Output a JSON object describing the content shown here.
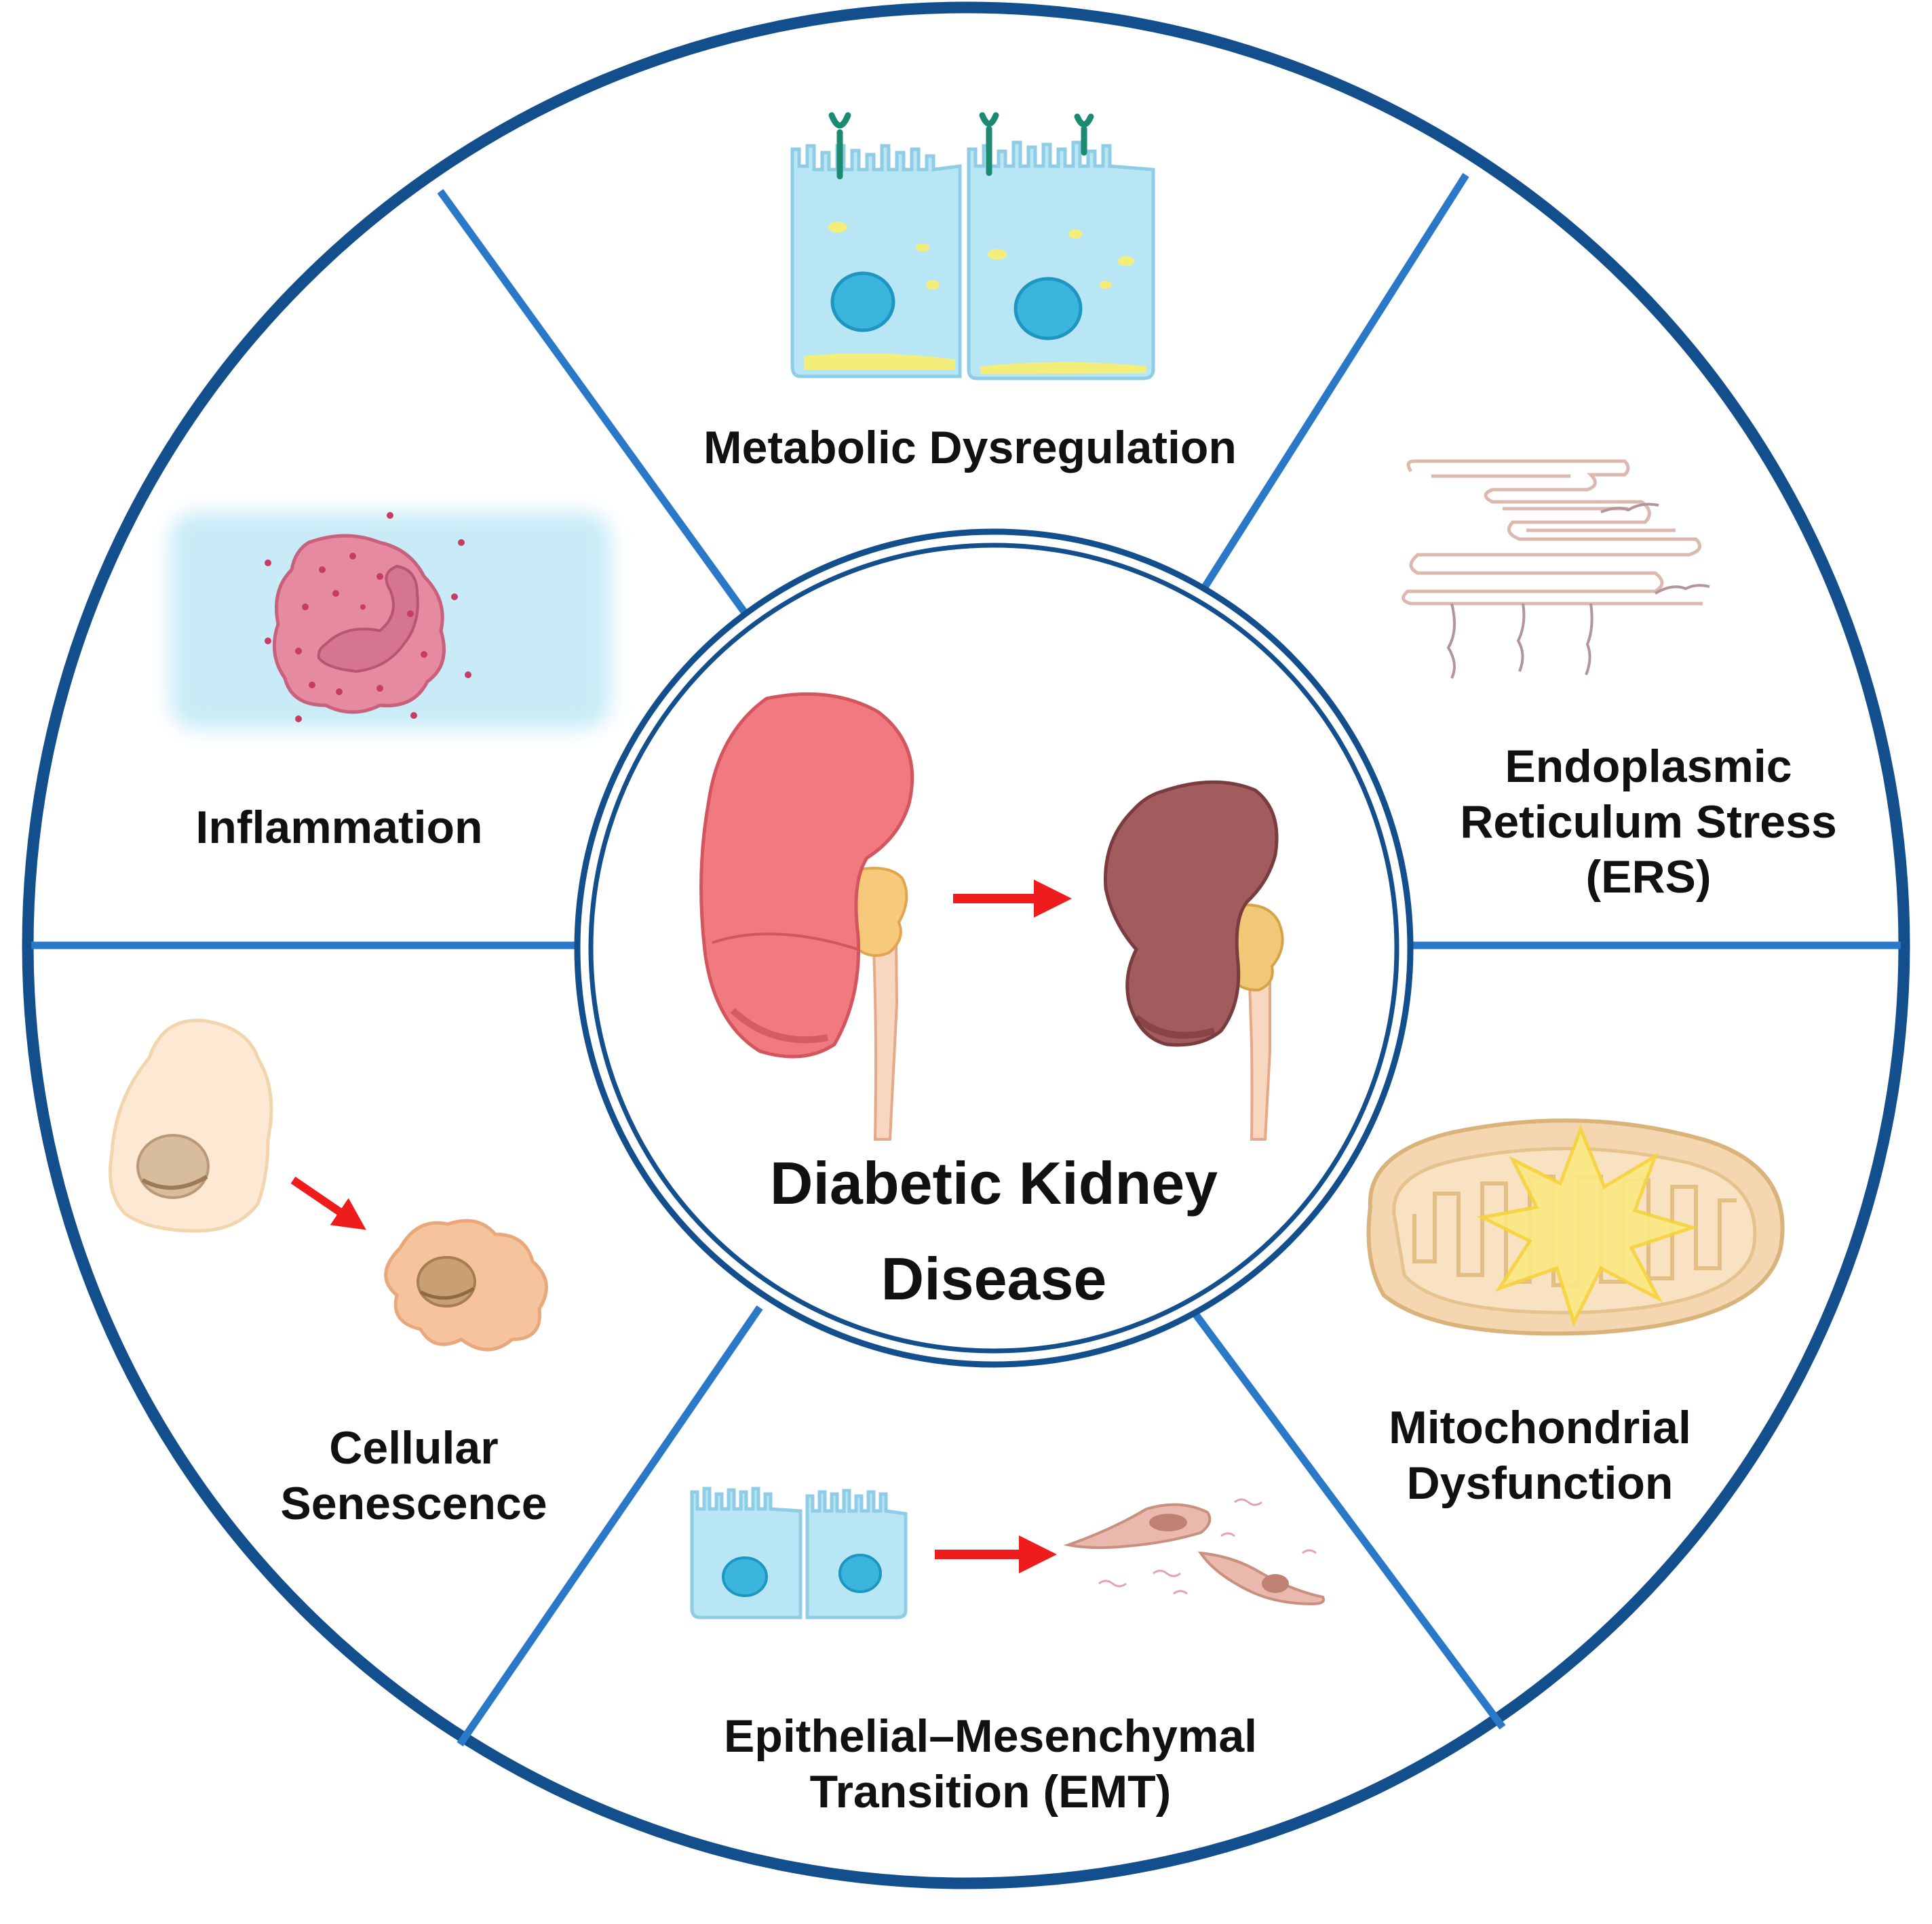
{
  "center": {
    "line1": "Diabetic Kidney",
    "line2": "Disease"
  },
  "segments": {
    "metabolic": {
      "line1": "Metabolic Dysregulation"
    },
    "ers": {
      "line1": "Endoplasmic",
      "line2": "Reticulum Stress",
      "line3": "(ERS)"
    },
    "mito": {
      "line1": "Mitochondrial",
      "line2": "Dysfunction"
    },
    "emt": {
      "line1": "Epithelial–Mesenchymal",
      "line2": "Transition (EMT)"
    },
    "senescence": {
      "line1": "Cellular",
      "line2": "Senescence"
    },
    "inflammation": {
      "line1": "Inflammation"
    }
  },
  "colors": {
    "outer_ring": "#134f8c",
    "dividers": "#2a78c8",
    "inner_ring": "#134f8c",
    "arrow": "#ee1c1c",
    "kidney_healthy": "#f07a80",
    "kidney_diseased": "#a35c5e",
    "epithelial_cell": "#b8e6f4",
    "mitochondria": "#f4d7b0",
    "er": "#eed3c9",
    "inflammation_cell": "#e58aa0",
    "senescent_cell": "#f5c49c"
  }
}
